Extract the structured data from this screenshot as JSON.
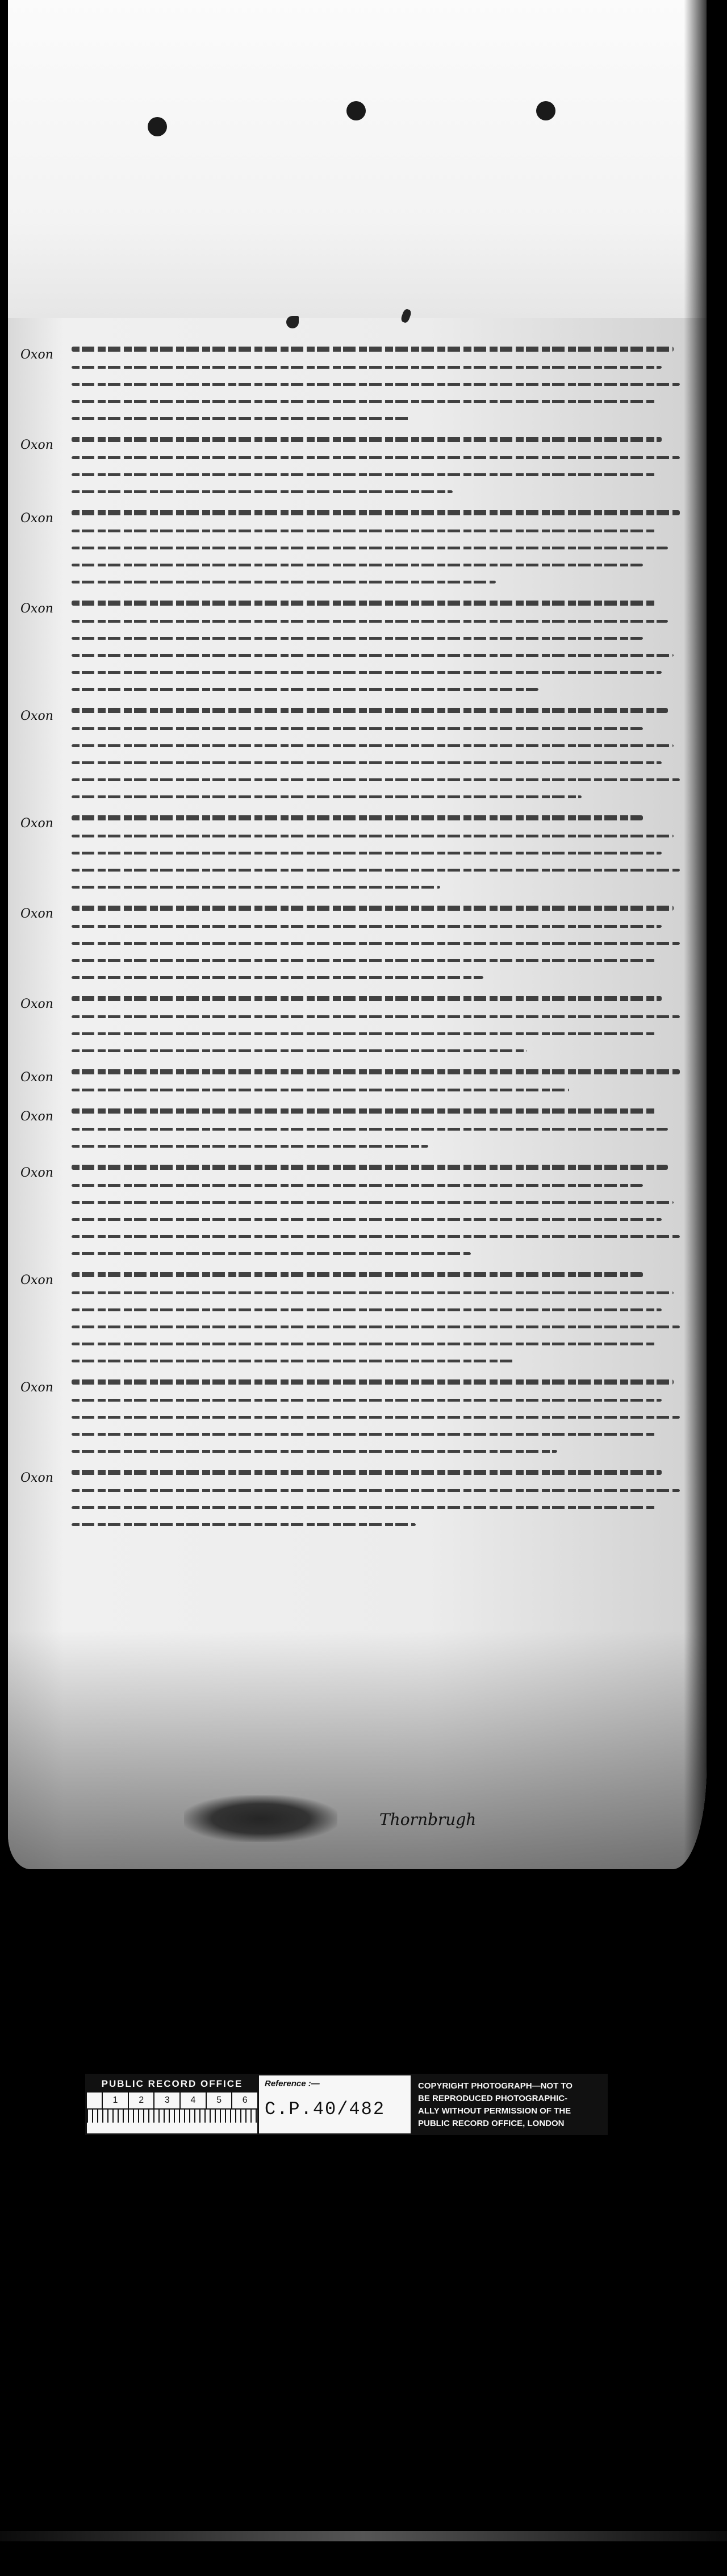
{
  "document": {
    "entries": [
      {
        "marginal_note": "Oxon",
        "lines": 5
      },
      {
        "marginal_note": "Oxon",
        "lines": 4
      },
      {
        "marginal_note": "Oxon",
        "lines": 5
      },
      {
        "marginal_note": "Oxon",
        "lines": 6
      },
      {
        "marginal_note": "Oxon",
        "lines": 6
      },
      {
        "marginal_note": "Oxon",
        "lines": 5
      },
      {
        "marginal_note": "Oxon",
        "lines": 5
      },
      {
        "marginal_note": "Oxon",
        "lines": 4
      },
      {
        "marginal_note": "Oxon",
        "lines": 2
      },
      {
        "marginal_note": "Oxon",
        "lines": 3
      },
      {
        "marginal_note": "Oxon",
        "lines": 6
      },
      {
        "marginal_note": "Oxon",
        "lines": 6
      },
      {
        "marginal_note": "Oxon",
        "lines": 5
      },
      {
        "marginal_note": "Oxon",
        "lines": 4
      }
    ],
    "signature_right": "Thornbrugh"
  },
  "label": {
    "office": "PUBLIC RECORD OFFICE",
    "scale": [
      "1",
      "2",
      "3",
      "4",
      "5",
      "6"
    ],
    "reference_title": "Reference :—",
    "reference_value": "C.P.40/482",
    "copyright_lines": [
      "COPYRIGHT PHOTOGRAPH—NOT TO",
      "BE REPRODUCED PHOTOGRAPHIC-",
      "ALLY WITHOUT PERMISSION OF THE",
      "PUBLIC RECORD OFFICE, LONDON"
    ]
  },
  "colors": {
    "background": "#000000",
    "parchment": "#ececec",
    "ink": "#1c1c1c"
  }
}
